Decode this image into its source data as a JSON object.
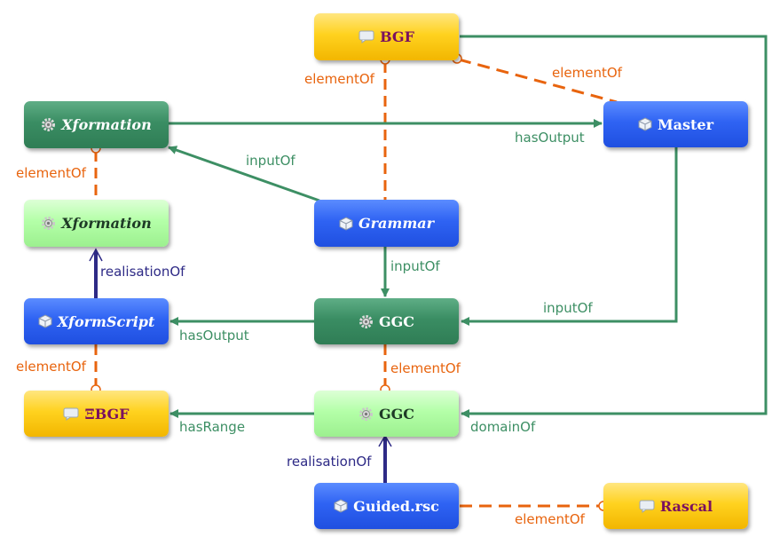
{
  "nodes": {
    "bgf": "BGF",
    "master": "Master",
    "xformation_top": "Xformation",
    "xformation_impl": "Xformation",
    "grammar": "Grammar",
    "xformscript": "XformScript",
    "ggc_top": "GGC",
    "ggc_impl": "GGC",
    "xi_bgf": "ΞBGF",
    "guided": "Guided.rsc",
    "rascal": "Rascal"
  },
  "edges": {
    "bgf_grammar": "elementOf",
    "bgf_master": "elementOf",
    "xformation_master": "hasOutput",
    "grammar_xformation": "inputOf",
    "xformation_elem": "elementOf",
    "realisation_xformscript": "realisationOf",
    "grammar_ggc": "inputOf",
    "master_ggc": "inputOf",
    "ggc_xformscript": "hasOutput",
    "xformscript_elem": "elementOf",
    "ggc_elem": "elementOf",
    "ggc_xibgf": "hasRange",
    "ggc_domain": "domainOf",
    "realisation_guided": "realisationOf",
    "guided_rascal": "elementOf"
  },
  "colors": {
    "composition_edge": "#3d8f64",
    "element_edge": "#e8640e",
    "realisation_edge": "#2e2a86",
    "yellow_node": "#ffd21f",
    "blue_node": "#2f63f3",
    "green_node": "#3a8d63",
    "light_green_node": "#b4ffa8"
  },
  "icons": {
    "bgf": "speech-bubble-icon",
    "master": "cube-icon",
    "xformation": "gear-icon",
    "grammar": "cube-icon",
    "xformscript": "cube-icon",
    "ggc": "gear-icon",
    "guided": "cube-icon",
    "rascal": "speech-bubble-icon"
  }
}
